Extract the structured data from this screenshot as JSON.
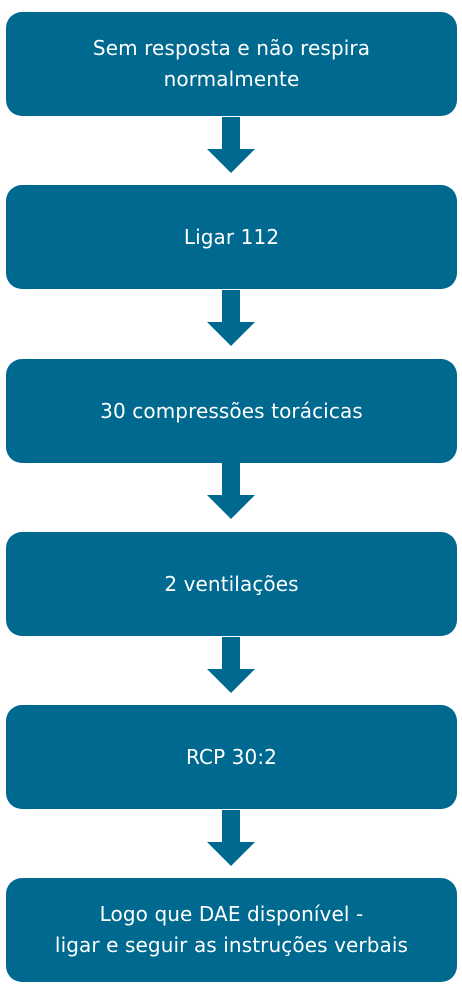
{
  "flowchart": {
    "steps": [
      {
        "lines": [
          "Sem resposta e não respira",
          "normalmente"
        ]
      },
      {
        "lines": [
          "Ligar 112"
        ]
      },
      {
        "lines": [
          "30 compressões torácicas"
        ]
      },
      {
        "lines": [
          "2 ventilações"
        ]
      },
      {
        "lines": [
          "RCP 30:2"
        ]
      },
      {
        "lines": [
          "Logo que DAE disponível -",
          "ligar e seguir as instruções verbais"
        ]
      }
    ],
    "colors": {
      "box": "#00698f",
      "text": "#ffffff",
      "arrow": "#00698f"
    },
    "icons": {
      "connector": "arrow-down-icon"
    }
  }
}
